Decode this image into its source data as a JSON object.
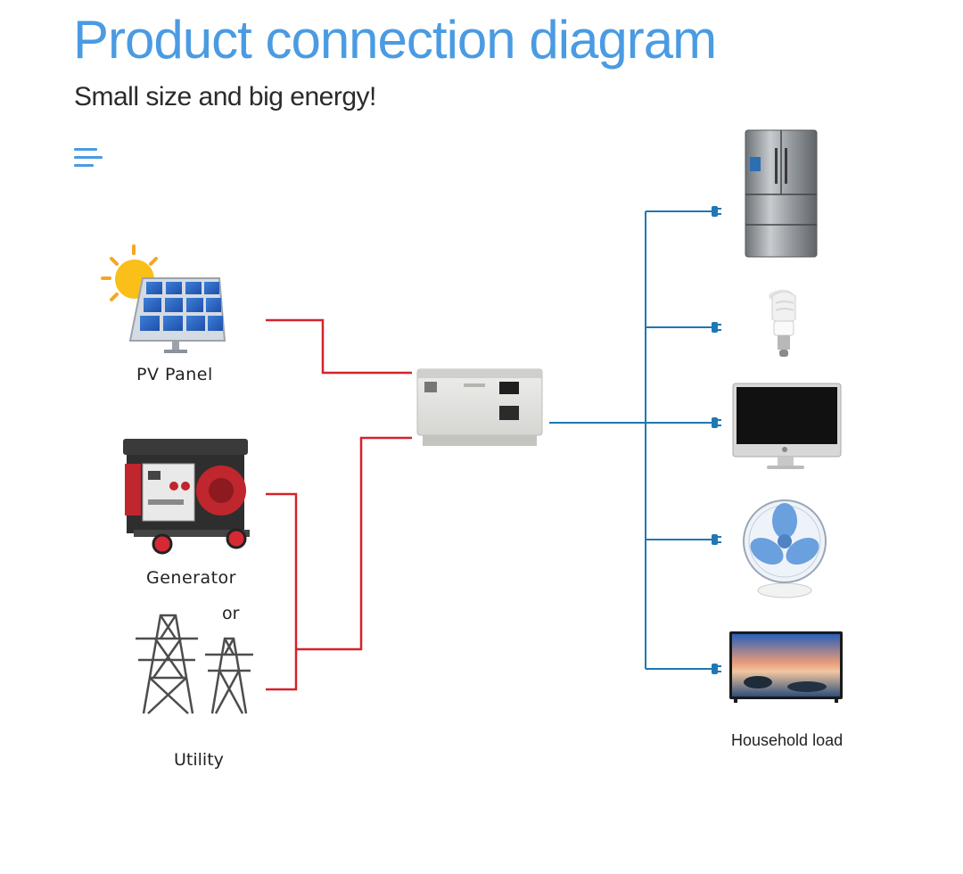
{
  "header": {
    "title": "Product connection diagram",
    "subtitle": "Small size and big energy!",
    "menu_icon": "menu-icon"
  },
  "sources": {
    "pv_panel": {
      "label": "PV Panel",
      "icon": "solar-panel-icon"
    },
    "generator": {
      "label": "Generator",
      "icon": "generator-icon"
    },
    "separator": "or",
    "utility": {
      "label": "Utility",
      "icon": "power-tower-icon"
    }
  },
  "device": {
    "icon": "energy-storage-unit-icon"
  },
  "loads": {
    "label": "Household load",
    "items": [
      {
        "icon": "refrigerator-icon"
      },
      {
        "icon": "light-bulb-icon"
      },
      {
        "icon": "computer-monitor-icon"
      },
      {
        "icon": "electric-fan-icon"
      },
      {
        "icon": "television-icon"
      }
    ]
  },
  "colors": {
    "title": "#4a9be2",
    "input_wire": "#d4232a",
    "output_wire": "#1f78b4"
  }
}
